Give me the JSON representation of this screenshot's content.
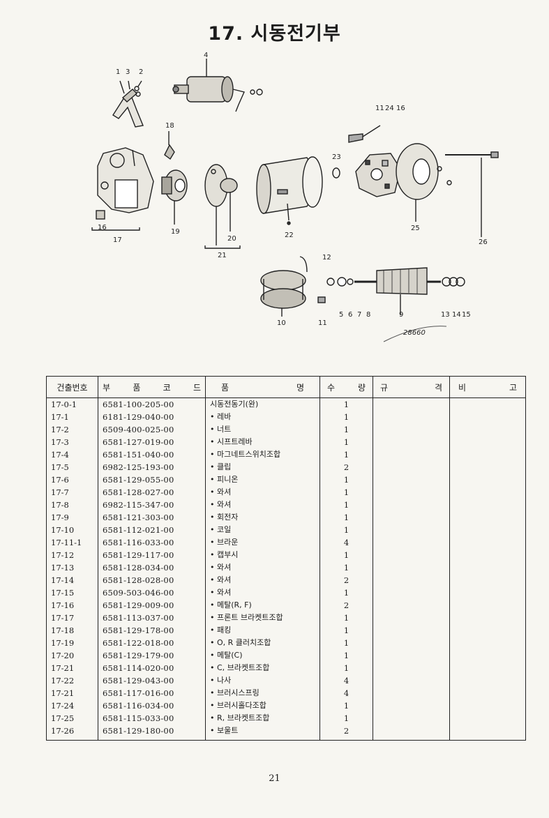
{
  "page": {
    "title": "17. 시동전기부",
    "page_number": "21",
    "handwritten_note": "28660"
  },
  "diagram": {
    "callouts": [
      "1",
      "3",
      "2",
      "4",
      "18",
      "11",
      "24",
      "16",
      "23",
      "25",
      "26",
      "16",
      "17",
      "19",
      "20",
      "21",
      "22",
      "12",
      "10",
      "11",
      "5",
      "6",
      "7",
      "8",
      "9",
      "13",
      "14",
      "15"
    ]
  },
  "table": {
    "headers": {
      "ref": "건출번호",
      "code": [
        "부",
        "품",
        "코",
        "드"
      ],
      "name": [
        "품",
        "명"
      ],
      "qty": [
        "수",
        "량"
      ],
      "spec": [
        "규",
        "격"
      ],
      "remark": [
        "비",
        "고"
      ]
    },
    "rows": [
      {
        "ref": "17-0-1",
        "code": "6581-100-205-00",
        "name": "시동전동기(완)",
        "qty": "1"
      },
      {
        "ref": "17-1",
        "code": "6181-129-040-00",
        "name": "• 레바",
        "qty": "1"
      },
      {
        "ref": "17-2",
        "code": "6509-400-025-00",
        "name": "• 너트",
        "qty": "1"
      },
      {
        "ref": "17-3",
        "code": "6581-127-019-00",
        "name": "• 시프트레바",
        "qty": "1"
      },
      {
        "ref": "17-4",
        "code": "6581-151-040-00",
        "name": "• 마그네트스위치조합",
        "qty": "1"
      },
      {
        "ref": "17-5",
        "code": "6982-125-193-00",
        "name": "• 클립",
        "qty": "2"
      },
      {
        "ref": "17-6",
        "code": "6581-129-055-00",
        "name": "• 피니온",
        "qty": "1"
      },
      {
        "ref": "17-7",
        "code": "6581-128-027-00",
        "name": "• 와셔",
        "qty": "1"
      },
      {
        "ref": "17-8",
        "code": "6982-115-347-00",
        "name": "• 와셔",
        "qty": "1"
      },
      {
        "ref": "17-9",
        "code": "6581-121-303-00",
        "name": "• 회전자",
        "qty": "1"
      },
      {
        "ref": "17-10",
        "code": "6581-112-021-00",
        "name": "• 코일",
        "qty": "1"
      },
      {
        "ref": "17-11-1",
        "code": "6581-116-033-00",
        "name": "• 브라운",
        "qty": "4"
      },
      {
        "ref": "17-12",
        "code": "6581-129-117-00",
        "name": "• 캡부시",
        "qty": "1"
      },
      {
        "ref": "17-13",
        "code": "6581-128-034-00",
        "name": "• 와셔",
        "qty": "1"
      },
      {
        "ref": "17-14",
        "code": "6581-128-028-00",
        "name": "• 와셔",
        "qty": "2"
      },
      {
        "ref": "17-15",
        "code": "6509-503-046-00",
        "name": "• 와셔",
        "qty": "1"
      },
      {
        "ref": "17-16",
        "code": "6581-129-009-00",
        "name": "• 메탈(R, F)",
        "qty": "2"
      },
      {
        "ref": "17-17",
        "code": "6581-113-037-00",
        "name": "• 프론트 브라켓트조합",
        "qty": "1"
      },
      {
        "ref": "17-18",
        "code": "6581-129-178-00",
        "name": "• 패킹",
        "qty": "1"
      },
      {
        "ref": "17-19",
        "code": "6581-122-018-00",
        "name": "• O, R 클러치조합",
        "qty": "1"
      },
      {
        "ref": "17-20",
        "code": "6581-129-179-00",
        "name": "• 메탈(C)",
        "qty": "1"
      },
      {
        "ref": "17-21",
        "code": "6581-114-020-00",
        "name": "• C, 브라켓트조합",
        "qty": "1"
      },
      {
        "ref": "17-22",
        "code": "6581-129-043-00",
        "name": "• 나사",
        "qty": "4"
      },
      {
        "ref": "17-21",
        "code": "6581-117-016-00",
        "name": "• 브러시스프링",
        "qty": "4"
      },
      {
        "ref": "17-24",
        "code": "6581-116-034-00",
        "name": "• 브러시홀다조합",
        "qty": "1"
      },
      {
        "ref": "17-25",
        "code": "6581-115-033-00",
        "name": "• R, 브라켓트조합",
        "qty": "1"
      },
      {
        "ref": "17-26",
        "code": "6581-129-180-00",
        "name": "• 보울트",
        "qty": "2"
      }
    ]
  }
}
